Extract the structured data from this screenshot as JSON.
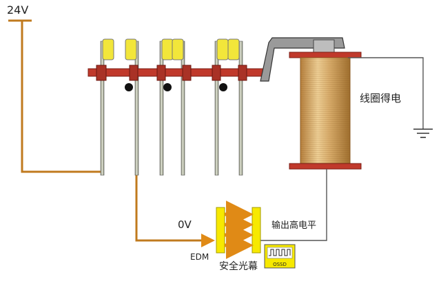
{
  "labels": {
    "voltage_24v": "24V",
    "voltage_0v": "0V",
    "coil_energized": "线圈得电",
    "output_high": "输出高电平",
    "edm": "EDM",
    "safety_curtain": "安全光幕",
    "ossd": "OSSD"
  },
  "colors": {
    "wire_orange": "#c07a1e",
    "rod_red": "#c0392b",
    "coil_copper": "#d9ad6b",
    "contact_yellow": "#f2e63a",
    "curtain_yellow": "#f7e900",
    "arrow_orange": "#e08a16",
    "wire_gray": "#555555"
  }
}
